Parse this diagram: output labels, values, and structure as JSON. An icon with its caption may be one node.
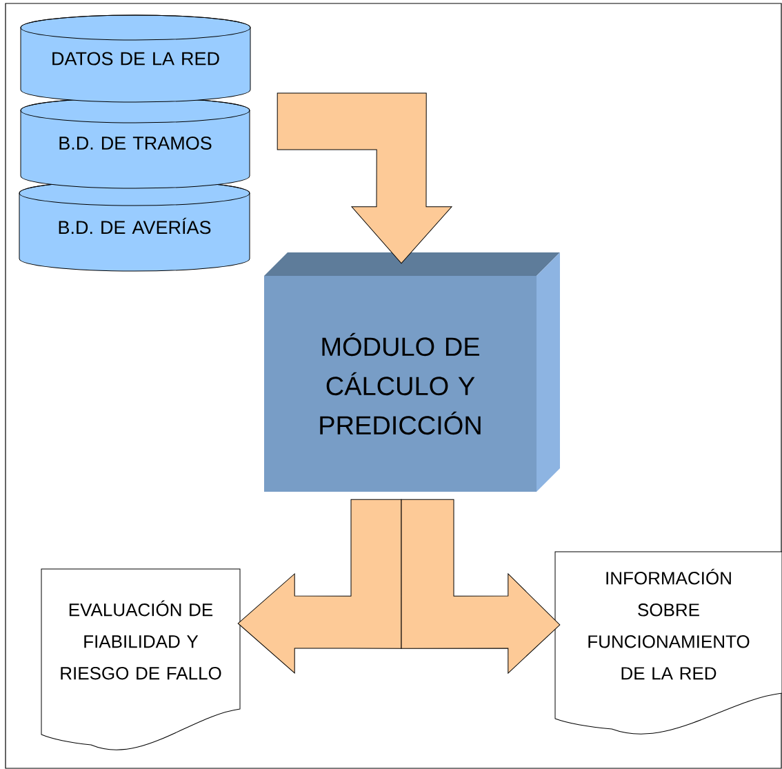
{
  "diagram": {
    "nodes": [
      {
        "text": [
          "DATOS DE LA RED"
        ]
      },
      {
        "text": [
          "B.D. DE TRAMOS"
        ]
      },
      {
        "text": [
          "B.D. DE AVERÍAS"
        ]
      },
      {
        "text": [
          "MÓDULO DE CÁLCULO Y PREDICCIÓN"
        ]
      },
      {
        "text": [
          "EVALUACIÓN DE FIABILIDAD Y RIESGO DE FALLO"
        ]
      },
      {
        "text": [
          "INFORMACIÓN SOBRE FUNCIONAMIENTO DE LA RED"
        ]
      }
    ],
    "edges": [
      {
        "from": 1,
        "to": 3,
        "arrow": "to"
      },
      {
        "from": 3,
        "to": 4,
        "arrow": "to"
      },
      {
        "from": 3,
        "to": 5,
        "arrow": "to"
      }
    ]
  }
}
